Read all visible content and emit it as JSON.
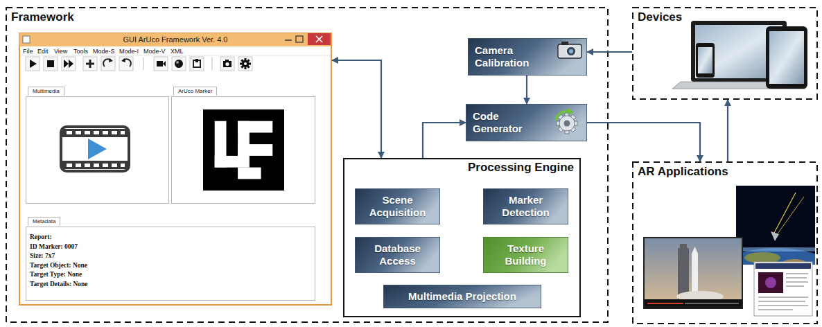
{
  "diagram": {
    "nodes": [
      {
        "text": [
          "Framework"
        ]
      },
      {
        "text": [
          "GUI ArUco Framework Ver. 4.0"
        ],
        "in": 0
      },
      {
        "text": [
          "Multimedia"
        ],
        "in": 1
      },
      {
        "text": [
          "ArUco Marker"
        ],
        "in": 1
      },
      {
        "text": [
          "Metadata",
          "Report:",
          "ID Marker: 0007",
          "Size: 7x7",
          "Target Object: None",
          "Target Type: None",
          "Target Details: None"
        ],
        "in": 1
      },
      {
        "text": [
          "Camera Calibration"
        ],
        "in": 0
      },
      {
        "text": [
          "Code Generator"
        ],
        "in": 0
      },
      {
        "text": [
          "Processing Engine"
        ],
        "in": 0
      },
      {
        "text": [
          "Scene Acquisition"
        ],
        "in": 7
      },
      {
        "text": [
          "Marker Detection"
        ],
        "in": 7
      },
      {
        "text": [
          "Database Access"
        ],
        "in": 7
      },
      {
        "text": [
          "Texture Building"
        ],
        "in": 7
      },
      {
        "text": [
          "Multimedia Projection"
        ],
        "in": 7
      },
      {
        "text": [
          "Devices"
        ]
      },
      {
        "text": [
          "AR Applications"
        ]
      }
    ],
    "edges": [
      {
        "from": 1,
        "to": 7,
        "arrow": "both"
      },
      {
        "from": 13,
        "to": 5,
        "arrow": "to"
      },
      {
        "from": 5,
        "to": 6,
        "arrow": "to"
      },
      {
        "from": 7,
        "to": 6,
        "arrow": "to"
      },
      {
        "from": 6,
        "to": 14,
        "arrow": "to"
      },
      {
        "from": 14,
        "to": 13,
        "arrow": "to"
      }
    ],
    "labels": [
      "File",
      "Edit",
      "View",
      "Tools",
      "Mode-S",
      "Mode-I",
      "Mode-V",
      "XML"
    ]
  }
}
